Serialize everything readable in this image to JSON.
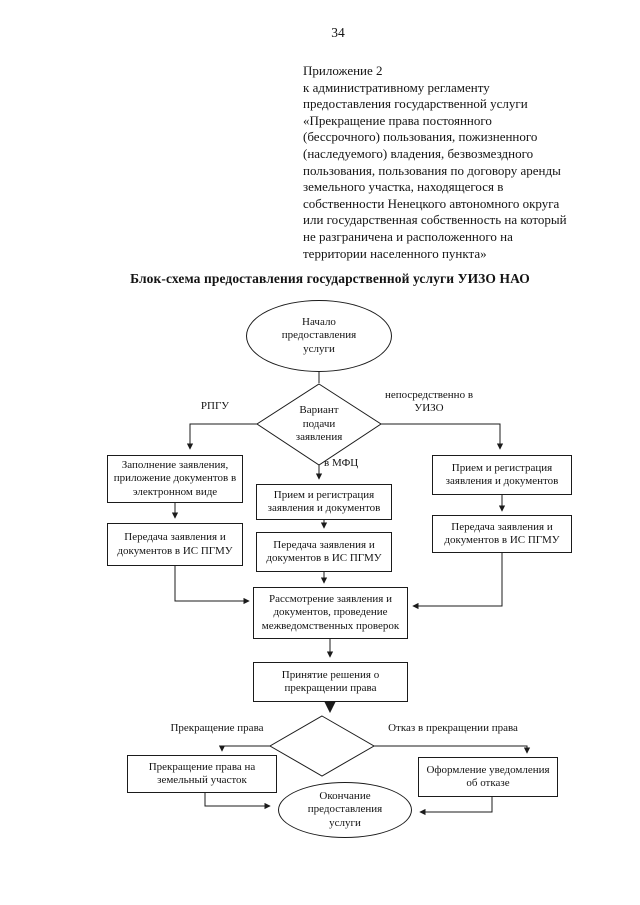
{
  "page": {
    "number": "34"
  },
  "header": {
    "lines": [
      "Приложение 2",
      "к административному регламенту",
      "предоставления государственной услуги",
      "«Прекращение права постоянного",
      "(бессрочного) пользования, пожизненного",
      "(наследуемого) владения, безвозмездного",
      "пользования, пользования по договору аренды",
      "земельного участка, находящегося в",
      "собственности Ненецкого автономного округа",
      "или государственная собственность на который",
      "не разграничена и расположенного на",
      "территории населенного пункта»"
    ]
  },
  "title": "Блок-схема предоставления государственной услуги УИЗО НАО",
  "flowchart": {
    "start": "Начало предоставления услуги",
    "decision1": "Вариант подачи заявления",
    "branch_labels": {
      "left": "РПГУ",
      "right": "непосредственно в УИЗО",
      "middle": "в МФЦ"
    },
    "left_col": [
      "Заполнение заявления, приложение документов в электронном виде",
      "Передача заявления и документов в ИС ПГМУ"
    ],
    "mid_col": [
      "Прием и регистрация заявления и документов",
      "Передача заявления и документов в ИС ПГМУ"
    ],
    "right_col": [
      "Прием и регистрация заявления и документов",
      "Передача заявления и документов в ИС ПГМУ"
    ],
    "review": "Рассмотрение заявления и документов, проведение межведомственных проверок",
    "decision_box": "Принятие решения о прекращении права",
    "decision2_labels": {
      "left": "Прекращение права",
      "right": "Отказ в прекращении права"
    },
    "outcome_left": "Прекращение права на земельный участок",
    "outcome_right": "Оформление уведомления об отказе",
    "end": "Окончание предоставления услуги"
  },
  "colors": {
    "ink": "#1b1b1b",
    "paper": "#ffffff"
  }
}
